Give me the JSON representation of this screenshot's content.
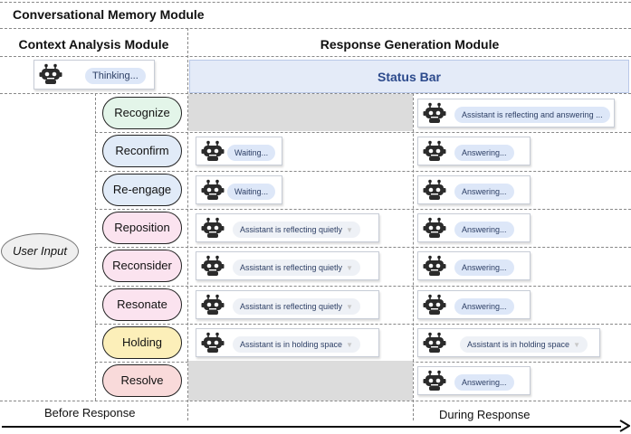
{
  "title": "Conversational Memory Module",
  "columns": {
    "context": "Context Analysis Module",
    "response": "Response Generation Module"
  },
  "context_indicator": "Thinking...",
  "status_bar": "Status Bar",
  "user_input": "User Input",
  "stages": [
    {
      "label": "Recognize",
      "color": "#e3f5e9",
      "before": null,
      "during": "Assistant is reflecting and answering ..."
    },
    {
      "label": "Reconfirm",
      "color": "#e1ebf8",
      "before": "Waiting...",
      "during": "Answering..."
    },
    {
      "label": "Re-engage",
      "color": "#e1ebf8",
      "before": "Waiting...",
      "during": "Answering..."
    },
    {
      "label": "Reposition",
      "color": "#fbe3ef",
      "before": "Assistant is reflecting quietly",
      "during": "Answering..."
    },
    {
      "label": "Reconsider",
      "color": "#fbe3ef",
      "before": "Assistant is reflecting quietly",
      "during": "Answering..."
    },
    {
      "label": "Resonate",
      "color": "#fbe3ef",
      "before": "Assistant is reflecting quietly",
      "during": "Answering..."
    },
    {
      "label": "Holding",
      "color": "#fcefb9",
      "before": "Assistant is in holding space",
      "during": "Assistant is in holding space"
    },
    {
      "label": "Resolve",
      "color": "#f9dada",
      "before": null,
      "during": "Answering..."
    }
  ],
  "phases": {
    "before": "Before Response",
    "during": "During Response"
  }
}
